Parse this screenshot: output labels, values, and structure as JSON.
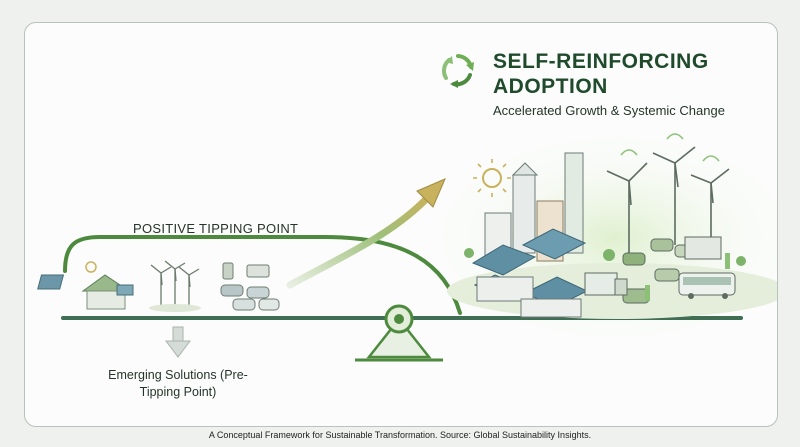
{
  "header": {
    "title": "SELF-REINFORCING ADOPTION",
    "subtitle": "Accelerated Growth & Systemic Change"
  },
  "diagram": {
    "tipping_label": "POSITIVE TIPPING POINT",
    "emerging_label": "Emerging Solutions (Pre-Tipping Point)"
  },
  "footer": {
    "caption": "A Conceptual Framework for Sustainable Transformation. Source: Global Sustainability Insights."
  },
  "colors": {
    "accent_green": "#5c9a4e",
    "dark_green": "#1f4a2c",
    "gold": "#c9b25d"
  },
  "icons": [
    "recycle-cycle-icon",
    "down-arrow-icon",
    "sun-icon",
    "wind-turbine-icon",
    "solar-panel-icon",
    "car-icon",
    "bus-icon",
    "truck-icon"
  ]
}
